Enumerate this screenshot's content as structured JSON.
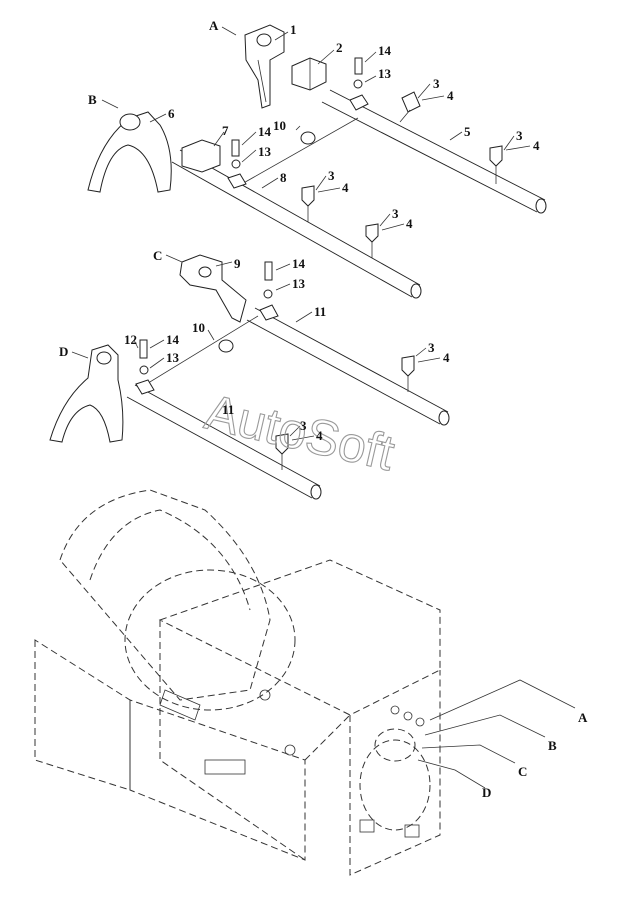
{
  "watermark": "AutoSoft",
  "connector_letters": {
    "A": "A",
    "B": "B",
    "C": "C",
    "D": "D"
  },
  "callouts": [
    {
      "id": "c1",
      "text": "1"
    },
    {
      "id": "c2",
      "text": "2"
    },
    {
      "id": "c14a",
      "text": "14"
    },
    {
      "id": "c13a",
      "text": "13"
    },
    {
      "id": "c3a",
      "text": "3"
    },
    {
      "id": "c4a",
      "text": "4"
    },
    {
      "id": "c5",
      "text": "5"
    },
    {
      "id": "c3b",
      "text": "3"
    },
    {
      "id": "c4b",
      "text": "4"
    },
    {
      "id": "c6",
      "text": "6"
    },
    {
      "id": "c7",
      "text": "7"
    },
    {
      "id": "c14b",
      "text": "14"
    },
    {
      "id": "c10a",
      "text": "10"
    },
    {
      "id": "c13b",
      "text": "13"
    },
    {
      "id": "c8",
      "text": "8"
    },
    {
      "id": "c3c",
      "text": "3"
    },
    {
      "id": "c4c",
      "text": "4"
    },
    {
      "id": "c3d",
      "text": "3"
    },
    {
      "id": "c4d",
      "text": "4"
    },
    {
      "id": "c9",
      "text": "9"
    },
    {
      "id": "c14c",
      "text": "14"
    },
    {
      "id": "c13c",
      "text": "13"
    },
    {
      "id": "c11a",
      "text": "11"
    },
    {
      "id": "c10b",
      "text": "10"
    },
    {
      "id": "c12",
      "text": "12"
    },
    {
      "id": "c14d",
      "text": "14"
    },
    {
      "id": "c13d",
      "text": "13"
    },
    {
      "id": "c3e",
      "text": "3"
    },
    {
      "id": "c4e",
      "text": "4"
    },
    {
      "id": "c11b",
      "text": "11"
    },
    {
      "id": "c3f",
      "text": "3"
    },
    {
      "id": "c4f",
      "text": "4"
    }
  ]
}
